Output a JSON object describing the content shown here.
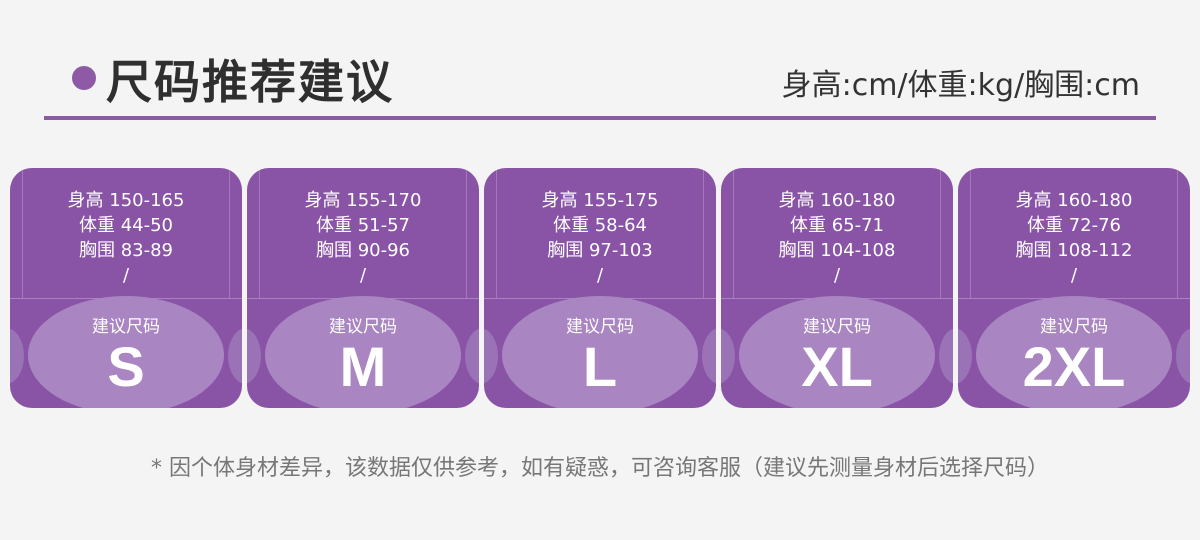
{
  "header": {
    "title": "尺码推荐建议",
    "units": "身高:cm/体重:kg/胸围:cm",
    "accent_color": "#8a5aa5"
  },
  "cards": [
    {
      "height": "身高 150-165",
      "weight": "体重 44-50",
      "chest": "胸围 83-89",
      "slash": "/",
      "rec_label": "建议尺码",
      "size": "S"
    },
    {
      "height": "身高 155-170",
      "weight": "体重 51-57",
      "chest": "胸围 90-96",
      "slash": "/",
      "rec_label": "建议尺码",
      "size": "M"
    },
    {
      "height": "身高 155-175",
      "weight": "体重 58-64",
      "chest": "胸围 97-103",
      "slash": "/",
      "rec_label": "建议尺码",
      "size": "L"
    },
    {
      "height": "身高 160-180",
      "weight": "体重 65-71",
      "chest": "胸围 104-108",
      "slash": "/",
      "rec_label": "建议尺码",
      "size": "XL"
    },
    {
      "height": "身高 160-180",
      "weight": "体重 72-76",
      "chest": "胸围 108-112",
      "slash": "/",
      "rec_label": "建议尺码",
      "size": "2XL"
    }
  ],
  "note": "* 因个体身材差异，该数据仅供参考，如有疑惑，可咨询客服（建议先测量身材后选择尺码）",
  "colors": {
    "card_bg": "#8954a6",
    "ellipse": "#a985c2",
    "page_bg": "#f5f4f5"
  }
}
